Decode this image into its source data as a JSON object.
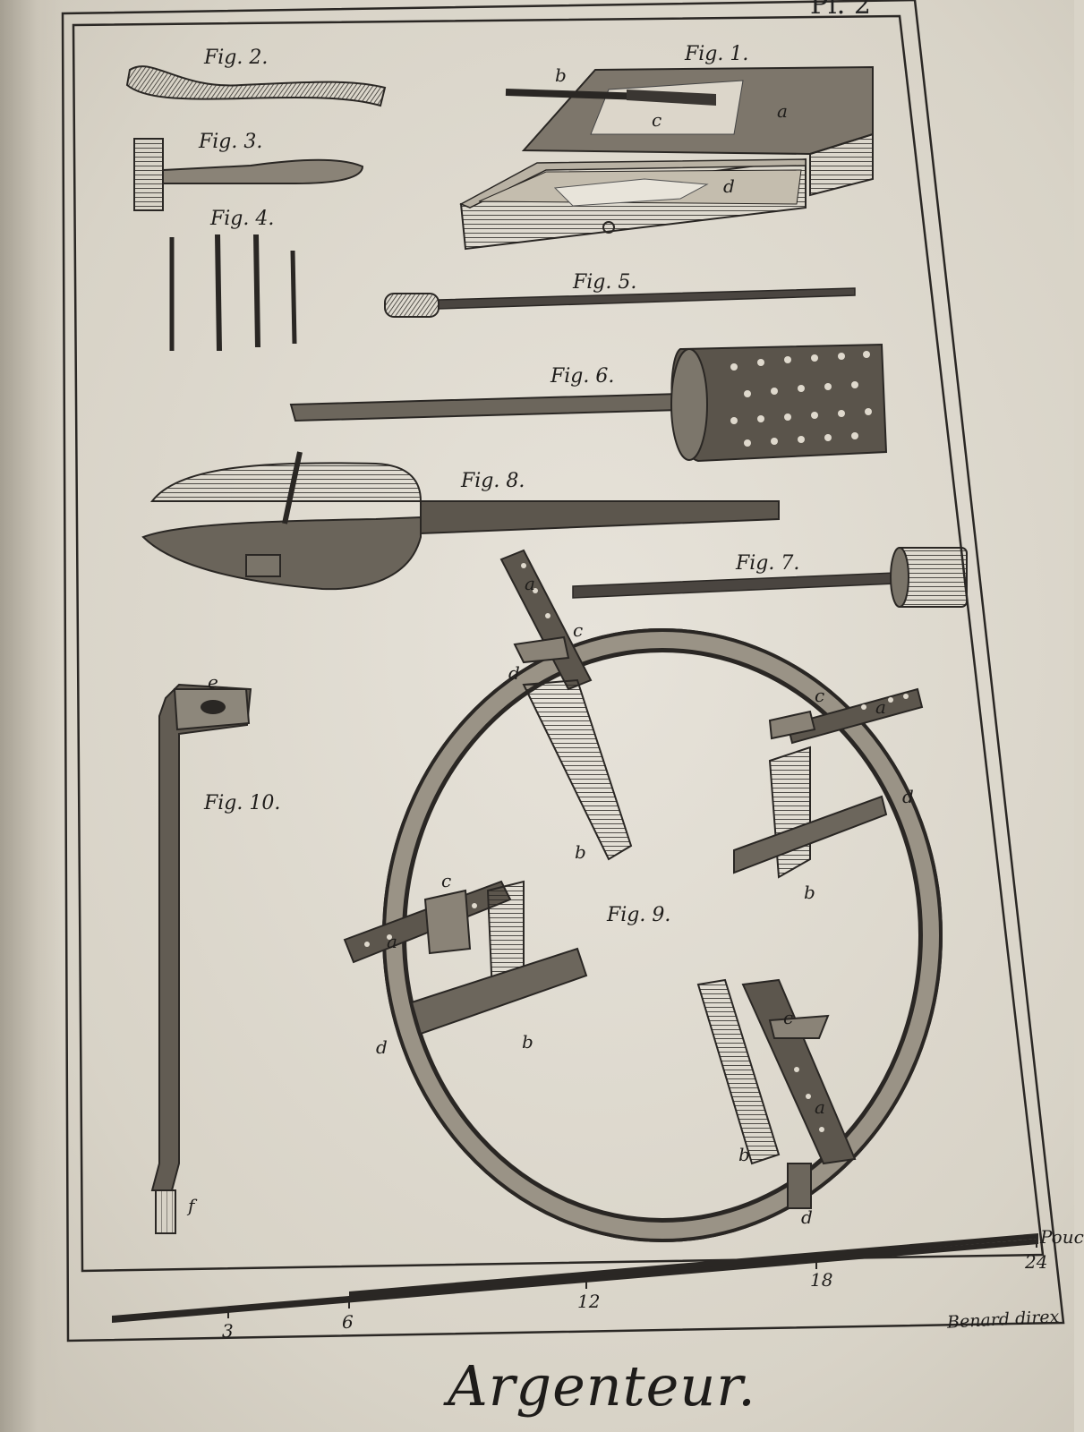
{
  "plate": {
    "number": "Pl. 2",
    "caption": "Argenteur.",
    "engraver": "Benard direx"
  },
  "figures": {
    "fig1": {
      "label": "Fig. 1.",
      "parts": [
        "a",
        "b",
        "c",
        "d"
      ]
    },
    "fig2": {
      "label": "Fig. 2."
    },
    "fig3": {
      "label": "Fig. 3."
    },
    "fig4": {
      "label": "Fig. 4."
    },
    "fig5": {
      "label": "Fig. 5."
    },
    "fig6": {
      "label": "Fig. 6."
    },
    "fig7": {
      "label": "Fig. 7."
    },
    "fig8": {
      "label": "Fig. 8."
    },
    "fig9": {
      "label": "Fig. 9.",
      "parts": [
        "a",
        "b",
        "c",
        "d"
      ]
    },
    "fig10": {
      "label": "Fig. 10.",
      "parts": [
        "e",
        "f"
      ]
    }
  },
  "scale": {
    "ticks": [
      "3",
      "6",
      "12",
      "18",
      "24"
    ],
    "unit": "Pouc"
  },
  "colors": {
    "ink": "#2a2724",
    "paper": "#e4e0d6"
  }
}
